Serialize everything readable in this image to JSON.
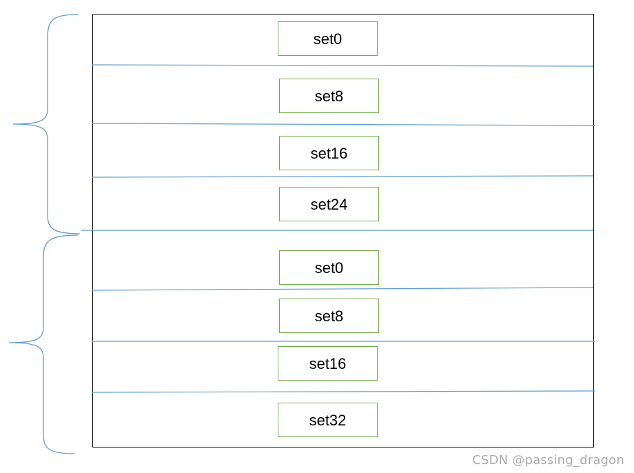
{
  "diagram": {
    "sets": [
      {
        "label": "set0"
      },
      {
        "label": "set8"
      },
      {
        "label": "set16"
      },
      {
        "label": "set24"
      },
      {
        "label": "set0"
      },
      {
        "label": "set8"
      },
      {
        "label": "set16"
      },
      {
        "label": "set32"
      }
    ],
    "colors": {
      "outline": "#000000",
      "divider": "#5b9bd5",
      "brace": "#5b9bd5",
      "set_box_border": "#70ad47"
    }
  },
  "watermark": "CSDN @passing_dragon"
}
